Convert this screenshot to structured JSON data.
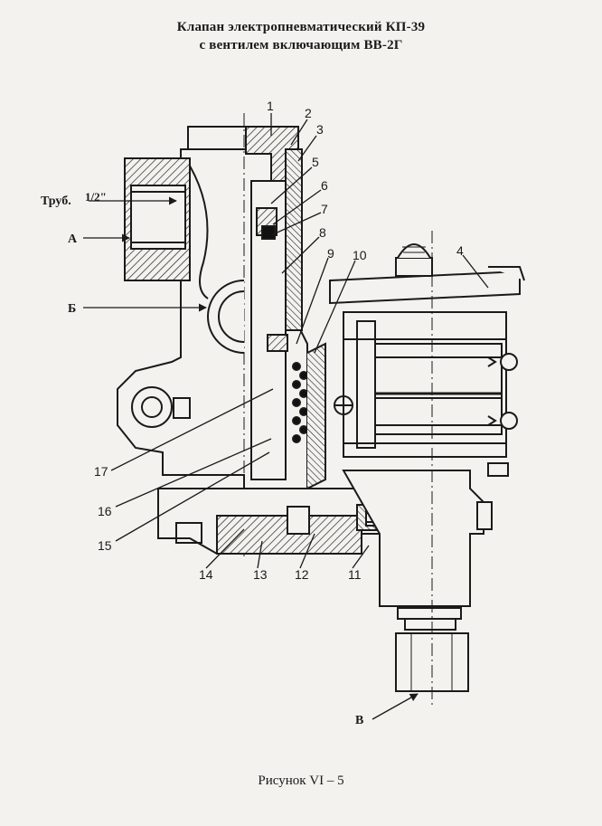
{
  "title_line1": "Клапан электропневматический  КП-39",
  "title_line2": "с вентилем включающим ВВ-2Г",
  "caption": "Рисунок   VI – 5",
  "labels": {
    "pipe": "Труб.",
    "pipe_size": "1/2\"",
    "A": "А",
    "B_cyr": "Б",
    "V": "В"
  },
  "callouts": [
    "1",
    "2",
    "3",
    "4",
    "5",
    "6",
    "7",
    "8",
    "9",
    "10",
    "11",
    "12",
    "13",
    "14",
    "15",
    "16",
    "17"
  ]
}
